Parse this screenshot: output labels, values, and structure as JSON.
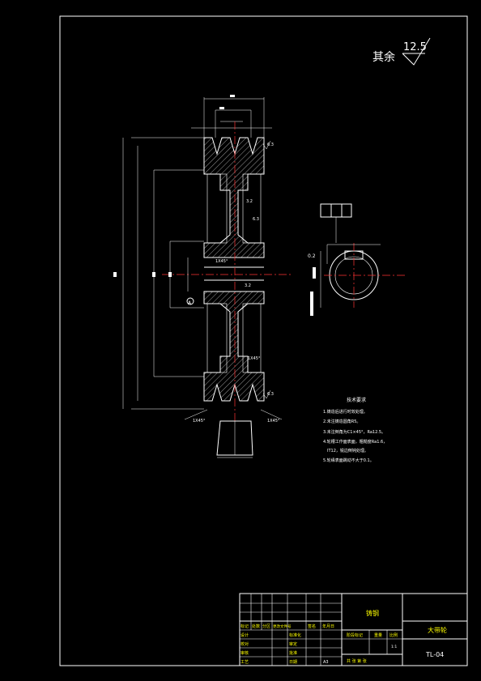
{
  "drawing": {
    "title_block": {
      "material": "铸钢",
      "part_name": "大带轮",
      "drawing_number": "TL-04",
      "sheet_size": "A3",
      "scale": "1:1",
      "row_labels": [
        "标记",
        "设计",
        "校对",
        "审核",
        "工艺"
      ],
      "header_cells": [
        "标记",
        "处数",
        "分区",
        "更改文件号",
        "签名",
        "年月日"
      ],
      "col_labels": [
        "标准化",
        "审定",
        "批准",
        "日期"
      ],
      "stage_labels": [
        "阶段标记",
        "重量",
        "比例"
      ],
      "sheet_label": "共 张 第 张"
    },
    "roughness": {
      "label": "其余",
      "value": "12.5"
    },
    "technical_requirements": {
      "title": "技术要求",
      "items": [
        "1.铸造后进行时效处理。",
        "2.未注铸造圆角R5。",
        "3.未注倒角为C1×45°，Ra12.5。",
        "4.轮槽工作面表面，粗糙度Ra1.6，",
        "IT12，锐边倒钝处理。",
        "5.轮缘表面跳动不大于0.1。"
      ]
    },
    "annotations": {
      "section_label": "A",
      "chamfer_labels": [
        "1X45°",
        "1X45°",
        "1X45°",
        "1X45°"
      ],
      "keyway_tol": "0.2",
      "ra_marks": [
        "6.3",
        "6.3",
        "3.2",
        "3.2",
        "6.3"
      ]
    }
  }
}
